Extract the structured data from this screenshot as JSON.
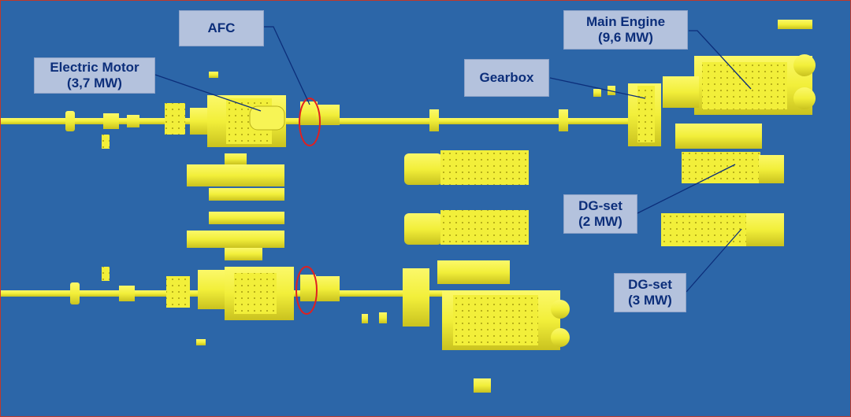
{
  "labels": {
    "afc": {
      "line1": "AFC"
    },
    "electric_motor": {
      "line1": "Electric Motor",
      "line2": "(3,7 MW)"
    },
    "gearbox": {
      "line1": "Gearbox"
    },
    "main_engine": {
      "line1": "Main Engine",
      "line2": "(9,6 MW)"
    },
    "dg_set_2": {
      "line1": "DG-set",
      "line2": "(2 MW)"
    },
    "dg_set_3": {
      "line1": "DG-set",
      "line2": "(3 MW)"
    }
  },
  "colors": {
    "background": "#2c66a8",
    "machinery": "#f2ef3a",
    "machinery_shadow": "#c9c21f",
    "label_fill": "#b4c2dd",
    "label_text": "#0c2e7a",
    "leader_line": "#0c2e7a",
    "afc_highlight": "#e02020"
  }
}
